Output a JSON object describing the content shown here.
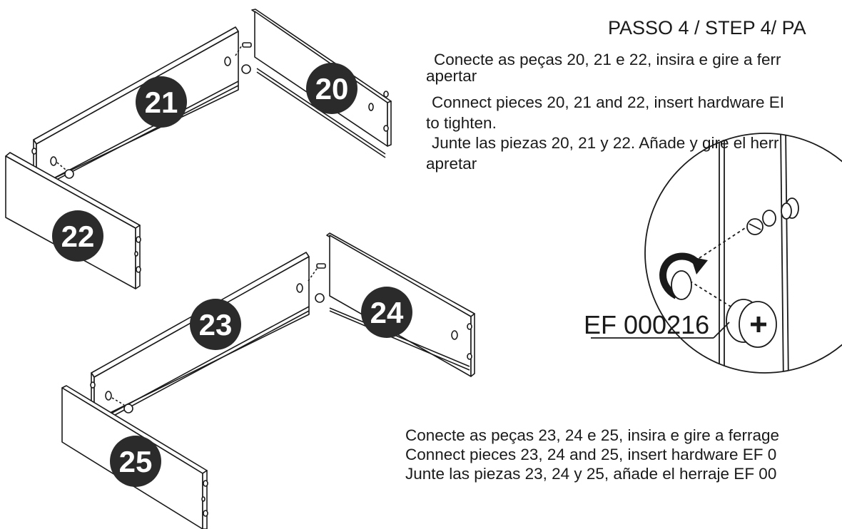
{
  "step_title": "PASSO 4 / STEP 4/ PA",
  "instructions_top": [
    "Conecte as peças 20, 21 e 22, insira e gire a ferr",
    "apertar",
    "Connect pieces 20, 21 and 22, insert hardware EI",
    "to tighten.",
    "Junte las piezas 20, 21 y 22. Añade y gire el herr",
    "apretar"
  ],
  "instructions_bottom": [
    "Conecte as peças 23, 24 e 25, insira e gire a ferrage",
    "Connect pieces 23, 24 and 25, insert hardware EF 0",
    "Junte las piezas 23, 24 y 25, añade el herraje EF 00"
  ],
  "hardware_code": "EF 000216",
  "pieces": {
    "p20": "20",
    "p21": "21",
    "p22": "22",
    "p23": "23",
    "p24": "24",
    "p25": "25"
  },
  "colors": {
    "ink": "#1a1a1a",
    "badge": "#2b2b2b",
    "paper": "#ffffff"
  }
}
